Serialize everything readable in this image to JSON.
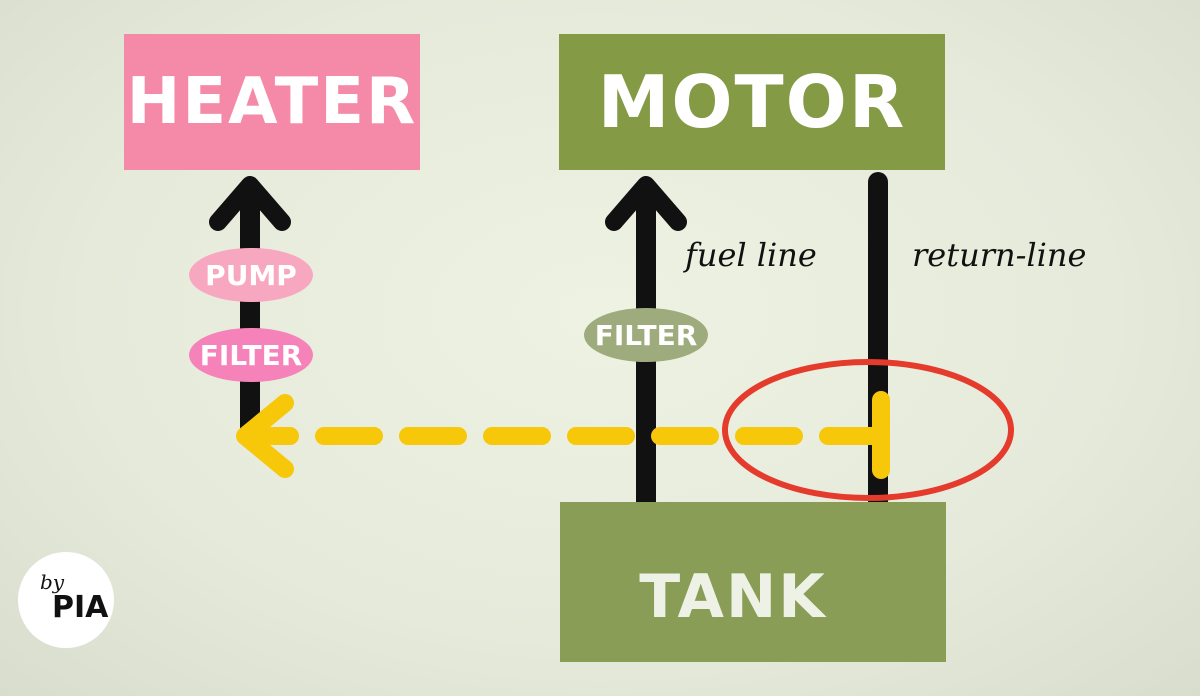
{
  "diagram": {
    "heater": "HEATER",
    "motor": "MOTOR",
    "tank": "TANK",
    "pump": "PUMP",
    "filter_left": "FILTER",
    "filter_right": "FILTER",
    "fuel_line": "fuel line",
    "return_line": "return-line"
  },
  "logo": {
    "by": "by",
    "name": "PIA"
  },
  "colors": {
    "heater": "#f48aa7",
    "motor": "#859a44",
    "tank": "#8a9d56",
    "pump": "#f7a8c0",
    "filter_left": "#f582b8",
    "filter_right": "#9eab7c",
    "arrow": "#111111",
    "dashed_flow": "#f7c80a",
    "highlight_circle": "#e53b2c"
  }
}
